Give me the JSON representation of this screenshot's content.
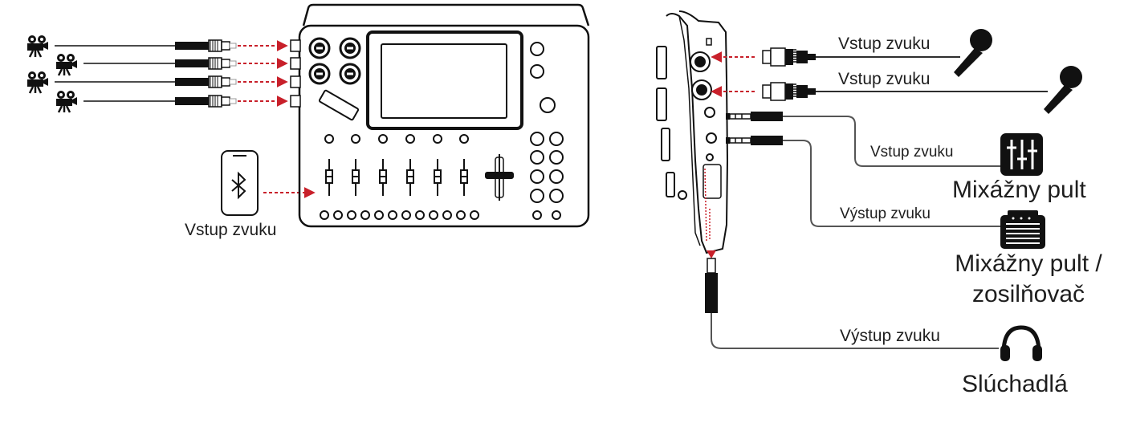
{
  "colors": {
    "line": "#1a1a1a",
    "accent_red": "#c8202a",
    "cable": "#555555",
    "background": "#ffffff"
  },
  "left_section": {
    "camera_count": 4,
    "bluetooth_label": "Vstup zvuku",
    "icons": [
      "video-camera-icon",
      "bluetooth-phone-icon"
    ]
  },
  "right_section": {
    "mic_inputs": [
      {
        "label": "Vstup zvuku",
        "icon": "microphone-icon"
      },
      {
        "label": "Vstup zvuku",
        "icon": "microphone-icon"
      }
    ],
    "mixer": {
      "cable_label": "Vstup zvuku",
      "device_label": "Mixážny pult",
      "icon": "mixer-sliders-icon"
    },
    "amplifier": {
      "cable_label": "Výstup zvuku",
      "device_label_line1": "Mixážny pult /",
      "device_label_line2": "zosilňovač",
      "icon": "amplifier-icon"
    },
    "headphones": {
      "cable_label": "Výstup zvuku",
      "device_label": "Slúchadlá",
      "icon": "headphones-icon"
    }
  }
}
